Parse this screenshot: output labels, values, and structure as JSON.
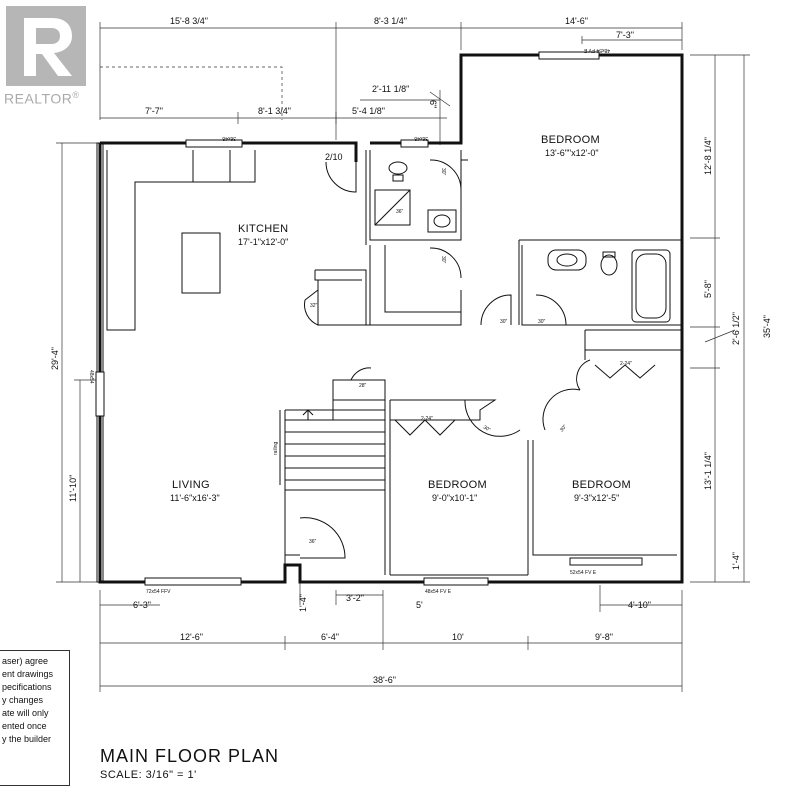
{
  "watermark": {
    "text": "REALTOR",
    "mark": "®",
    "logo_icon": "realtor-r-logo-icon"
  },
  "dimensions": {
    "top": [
      "15'-8 3/4\"",
      "8'-3 1/4\"",
      "14'-6\"",
      "7'-3\"",
      "2'-11 1/8\"",
      "6\"",
      "7'-7\"",
      "8'-1 3/4\"",
      "5'-4 1/8\""
    ],
    "right": [
      "12'-8 1/4\"",
      "5'-8\"",
      "2'-6 1/2\"",
      "35'-4\"",
      "13'-1 1/4\"",
      "1'-4\""
    ],
    "left": [
      "29'-4\"",
      "11'-10\""
    ],
    "bottom": [
      "6'-3\"",
      "3'-2\"",
      "5'",
      "4'-10\"",
      "1'-4\"",
      "12'-6\"",
      "6'-4\"",
      "10'",
      "9'-8\"",
      "38'-6\""
    ]
  },
  "rooms": [
    {
      "name": "KITCHEN",
      "size": "17'-1\"x12'-0\""
    },
    {
      "name": "BEDROOM",
      "size": "13'-6\"\"x12'-0\""
    },
    {
      "name": "LIVING",
      "size": "11'-6\"x16'-3\""
    },
    {
      "name": "BEDROOM",
      "size": "9'-0\"x10'-1\""
    },
    {
      "name": "BEDROOM",
      "size": "9'-3\"x12'-5\""
    }
  ],
  "doors": [
    "2/10",
    "30\"",
    "30\"",
    "32\"",
    "30\"",
    "30\"",
    "28\"",
    "36\"",
    "36\"",
    "30\"",
    "30\""
  ],
  "closets": [
    "2-24\"",
    "2-24\""
  ],
  "windows": [
    "72x54 FFV",
    "48x54 FV E",
    "52x54 FV E",
    "48x54 FV E",
    "36x48",
    "36x48",
    "48x54"
  ],
  "labels": {
    "railing": "railing"
  },
  "notes": [
    "aser) agree",
    "ent drawings",
    "pecifications",
    "y changes",
    "ate will only",
    "ented once",
    "y the builder"
  ],
  "title": "MAIN FLOOR PLAN",
  "scale": "SCALE: 3/16\" = 1'"
}
